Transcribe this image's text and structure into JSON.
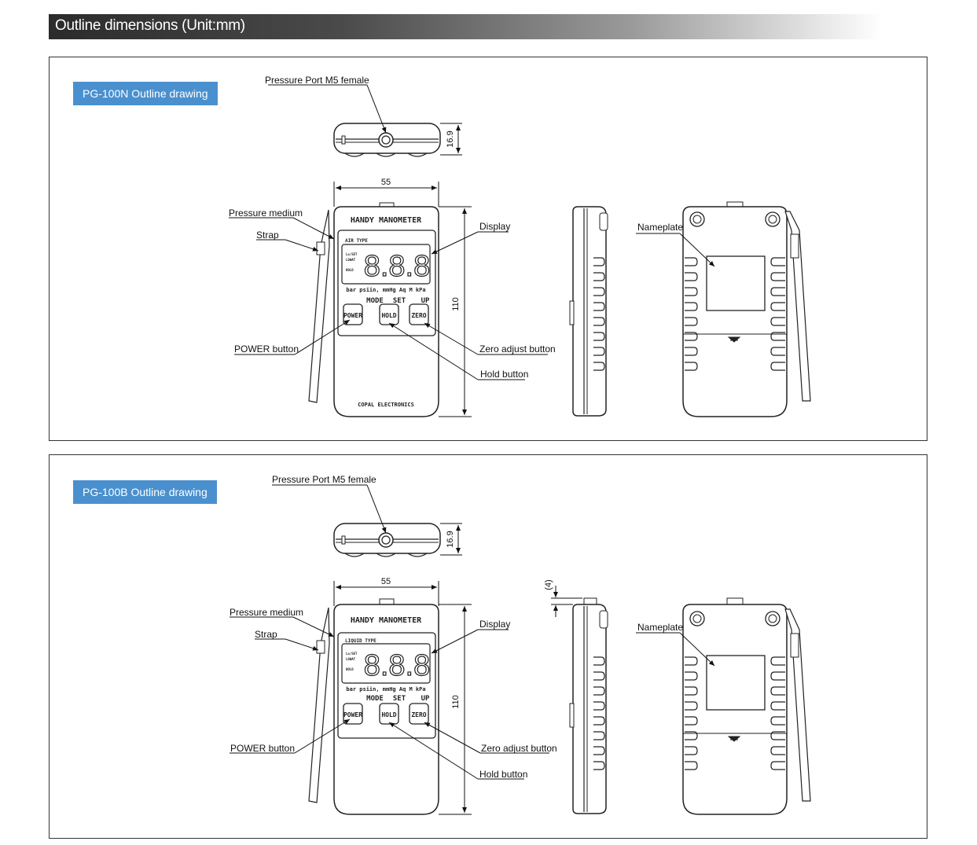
{
  "header": {
    "title": "Outline dimensions (Unit:mm)"
  },
  "panels": [
    {
      "label": "PG-100N Outline drawing",
      "fluid_type": "AIR TYPE",
      "callouts": {
        "pressure_port": "Pressure Port M5 female",
        "pressure_medium": "Pressure medium",
        "strap": "Strap",
        "display": "Display",
        "power_button": "POWER button",
        "zero_adjust_button": "Zero adjust button",
        "hold_button": "Hold button",
        "nameplate": "Nameplate"
      },
      "dimensions": {
        "thickness": "16.9",
        "width": "55",
        "height": "110"
      }
    },
    {
      "label": "PG-100B Outline drawing",
      "fluid_type": "LIQUID TYPE",
      "callouts": {
        "pressure_port": "Pressure Port M5 female",
        "pressure_medium": "Pressure medium",
        "strap": "Strap",
        "display": "Display",
        "power_button": "POWER button",
        "zero_adjust_button": "Zero adjust button",
        "hold_button": "Hold button",
        "nameplate": "Nameplate"
      },
      "dimensions": {
        "thickness": "16.9",
        "width": "55",
        "height": "110",
        "port_protrusion": "(4)"
      }
    }
  ],
  "device": {
    "title": "HANDY MANOMETER",
    "digits": "8.8.8",
    "side_labels": [
      "Lo/SET",
      "LOWAT",
      "HOLD"
    ],
    "units": "bar psiin, mmHg  Aq  M kPa",
    "mode_label": "MODE",
    "set_label": "SET",
    "up_label": "UP",
    "power_label": "POWER",
    "hold_label": "HOLD",
    "zero_label": "ZERO",
    "brand": "COPAL ELECTRONICS"
  }
}
